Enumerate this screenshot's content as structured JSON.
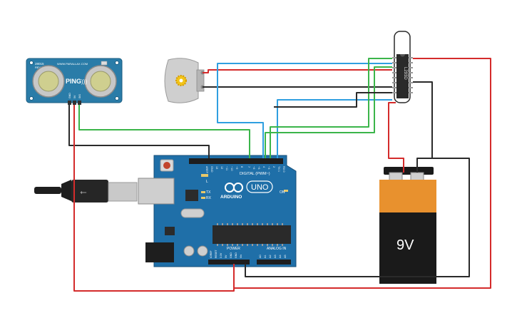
{
  "sensor": {
    "model": "28015",
    "rev": "REV C",
    "brand": "WWW.PARALLAX.COM",
    "name": "PING",
    "pins": [
      "GND",
      "5V",
      "SIG"
    ]
  },
  "arduino": {
    "brand": "ARDUINO",
    "model": "UNO",
    "digital_label": "DIGITAL (PWM~)",
    "power_label": "POWER",
    "analog_label": "ANALOG IN",
    "led_l": "L",
    "led_tx": "TX",
    "led_rx": "RX",
    "led_on": "ON",
    "top_pins": [
      "AREF",
      "GND",
      "13",
      "12",
      "~11",
      "~10",
      "~9",
      "8",
      "7",
      "~6",
      "~5",
      "4",
      "~3",
      "2",
      "TX 1",
      "RX 0"
    ],
    "power_pins": [
      "IOREF",
      "RESET",
      "3.3V",
      "5V",
      "GND",
      "GND",
      "Vin"
    ],
    "analog_pins": [
      "A0",
      "A1",
      "A2",
      "A3",
      "A4",
      "A5"
    ]
  },
  "driver_ic": {
    "label": "L293D"
  },
  "battery": {
    "label": "9V"
  },
  "colors": {
    "wire_red": "#d42b2b",
    "wire_black": "#2a2a2a",
    "wire_green": "#3bb54a",
    "wire_blue": "#2f9fe0",
    "board_blue": "#1f6fa8",
    "battery_orange": "#e8912e",
    "battery_black": "#1a1a1a"
  }
}
